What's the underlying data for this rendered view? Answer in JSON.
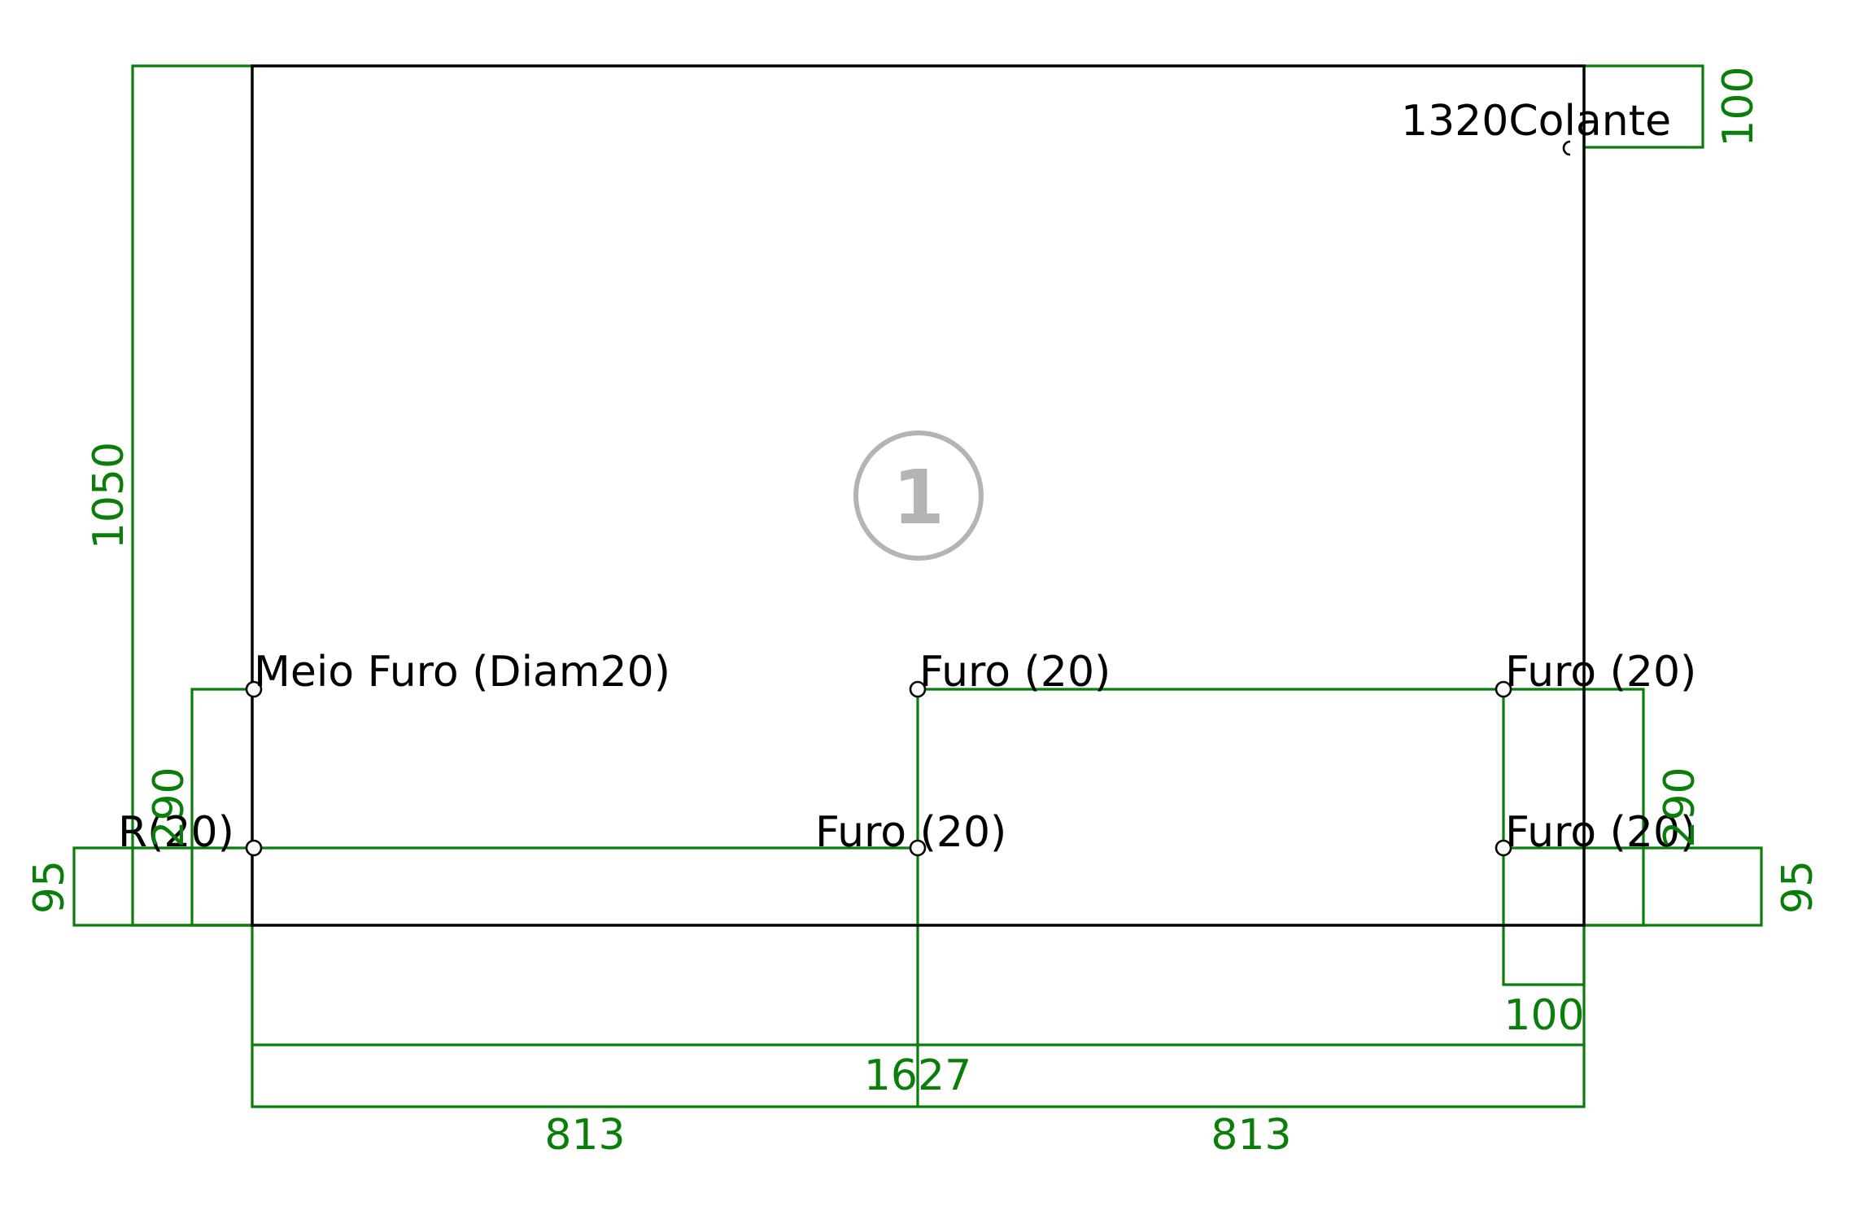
{
  "part": {
    "badge_number": "1",
    "colors": {
      "outline": "#000000",
      "dimension": "#0a7d0a",
      "badge": "#b4b4b4"
    }
  },
  "labels": {
    "edge_band": "1320Colante",
    "half_hole": "Meio Furo (Diam20)",
    "hole_top_center": "Furo (20)",
    "hole_top_right": "Furo (20)",
    "hole_bottom_left": "R(20)",
    "hole_bottom_center": "Furo (20)",
    "hole_bottom_right": "Furo (20)"
  },
  "dimensions": {
    "overall_height": "1050",
    "edge_band_offset": "100",
    "left_hole_height": "95",
    "right_hole_height": "95",
    "left_row_spacing": "290",
    "right_row_spacing": "290",
    "right_hole_offset": "100",
    "overall_width": "1627",
    "half_width_left": "813",
    "half_width_right": "813"
  }
}
